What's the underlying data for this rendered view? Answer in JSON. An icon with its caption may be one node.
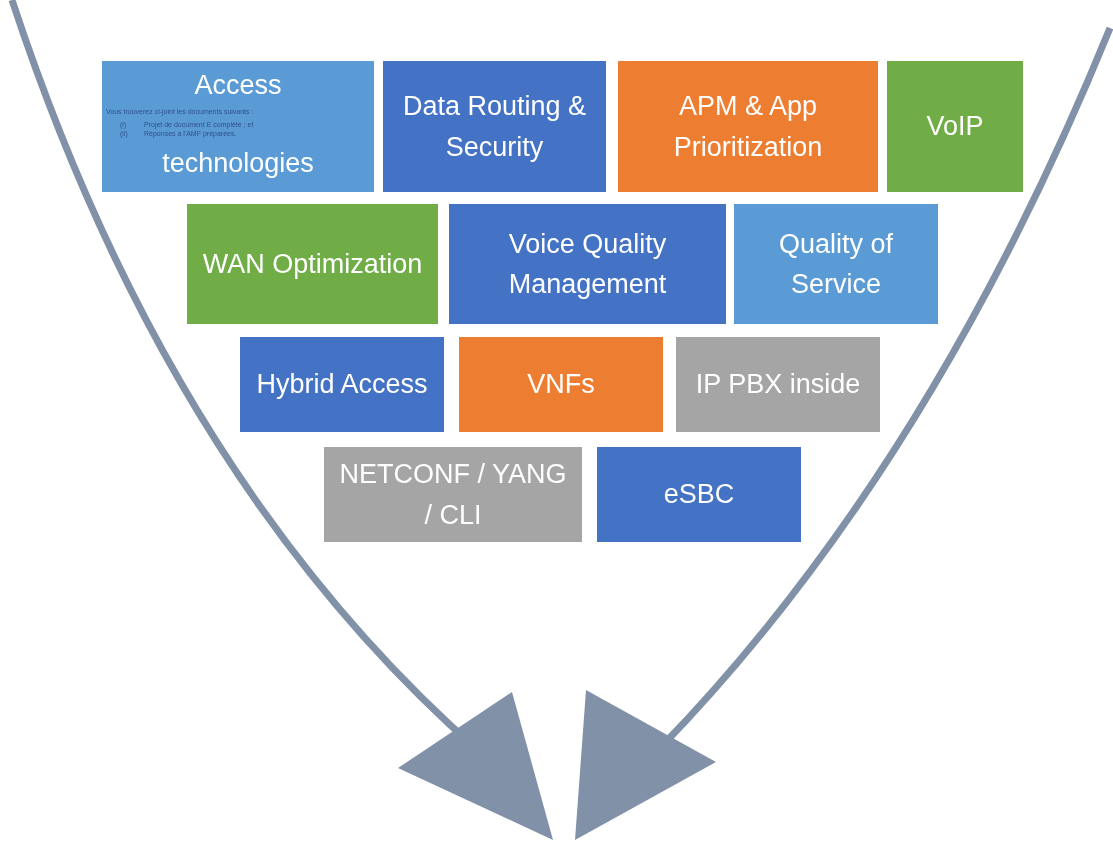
{
  "diagram": {
    "nodes": [
      {
        "text": [
          "Access technologies"
        ]
      },
      {
        "text": [
          "Data Routing & Security"
        ]
      },
      {
        "text": [
          "APM & App Prioritization"
        ]
      },
      {
        "text": [
          "VoIP"
        ]
      },
      {
        "text": [
          "WAN Optimization"
        ]
      },
      {
        "text": [
          "Voice Quality Management"
        ]
      },
      {
        "text": [
          "Quality of Service"
        ]
      },
      {
        "text": [
          "Hybrid Access"
        ]
      },
      {
        "text": [
          "VNFs"
        ]
      },
      {
        "text": [
          "IP PBX inside"
        ]
      },
      {
        "text": [
          "NETCONF / YANG / CLI"
        ]
      },
      {
        "text": [
          "eSBC"
        ]
      }
    ],
    "labels": [
      "Vous trouverez ci-joint les documents suivants :",
      "(i)",
      "Projet de document E complété ; et",
      "(ii)",
      "Réponses à l'AMF préparées."
    ]
  }
}
